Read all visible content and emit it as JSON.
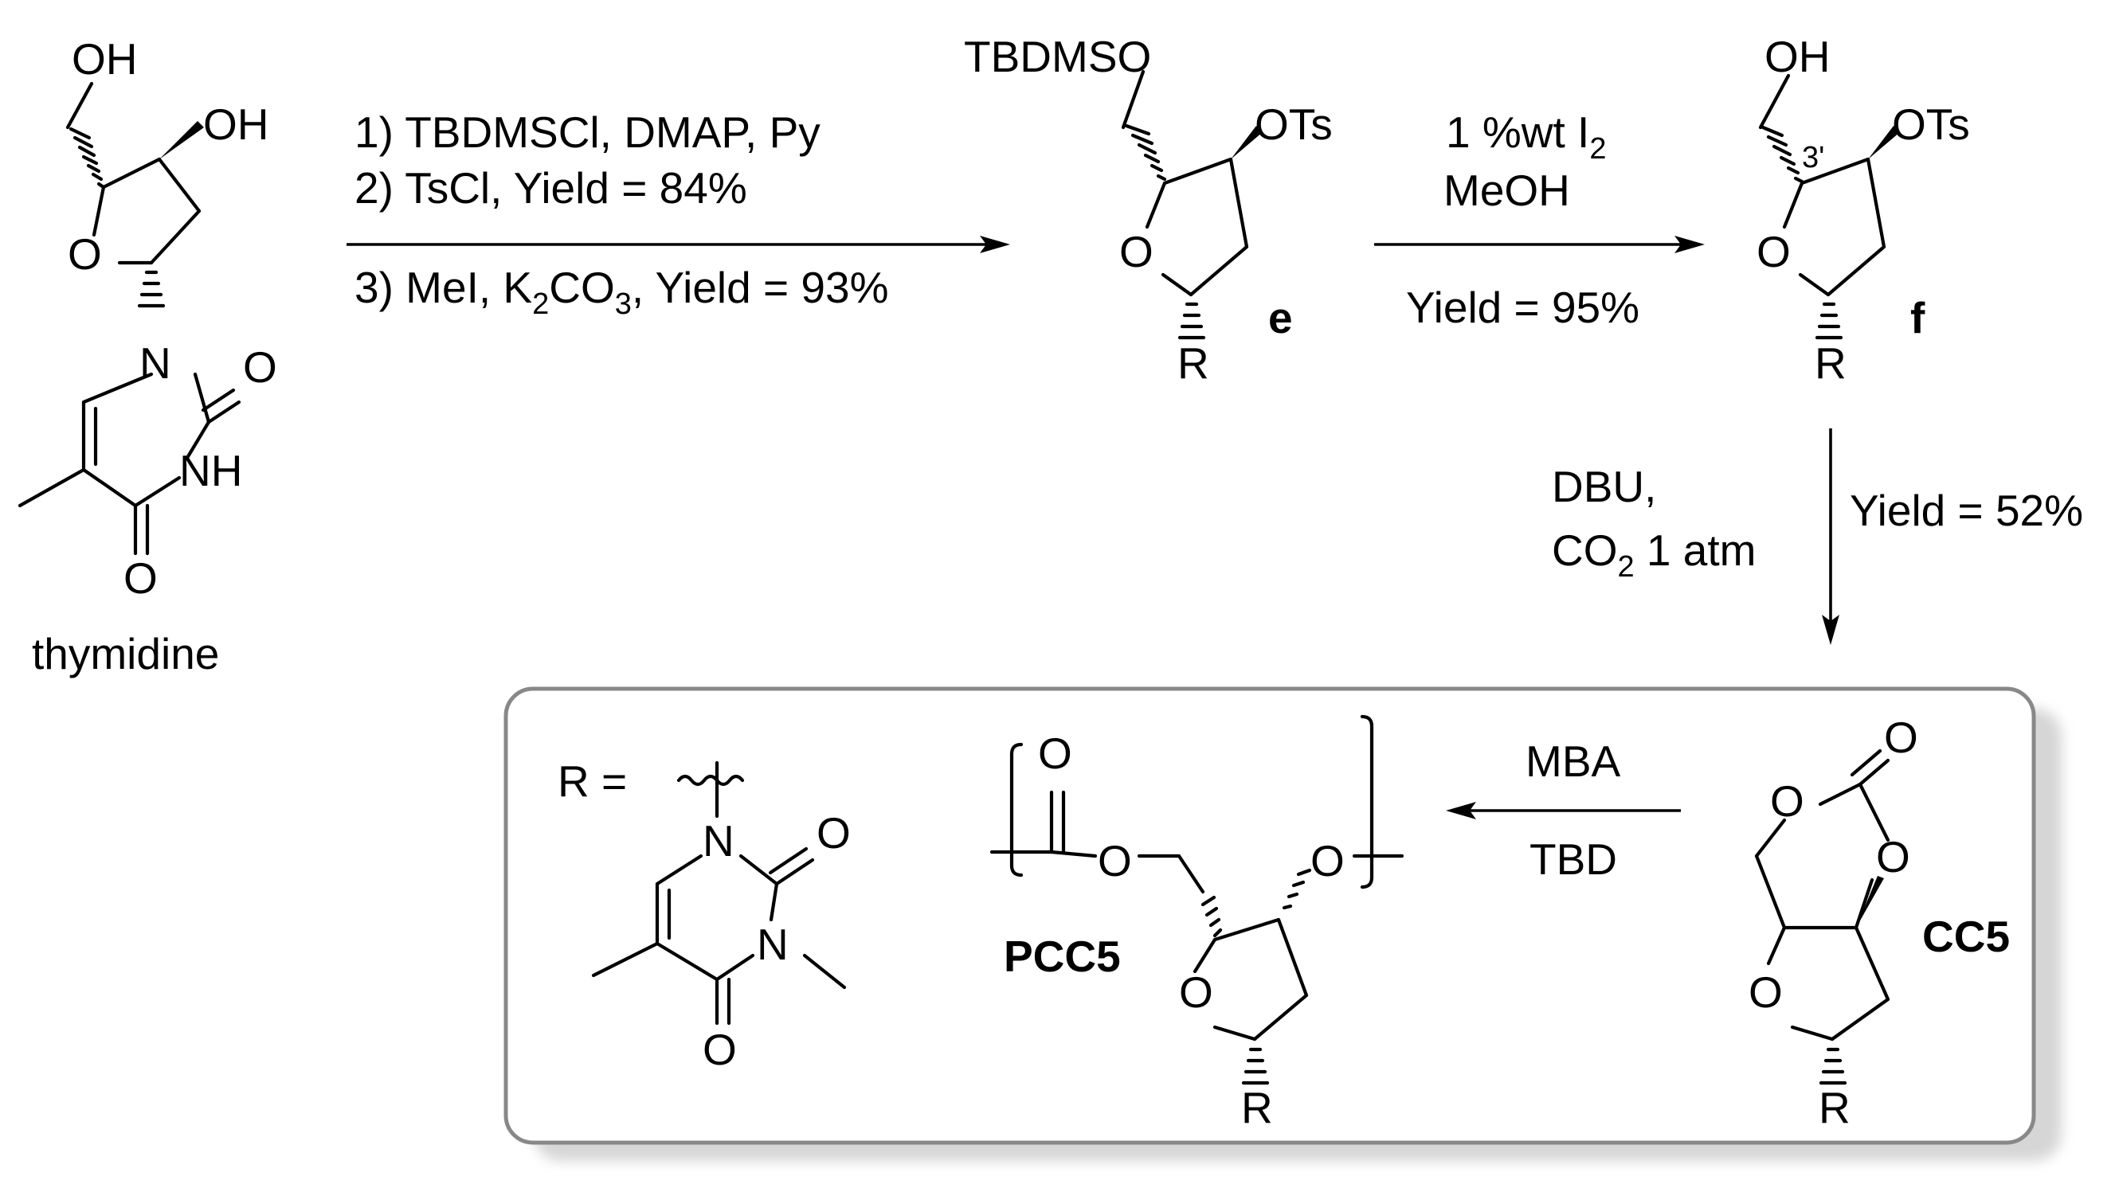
{
  "thymidine": {
    "name": "thymidine",
    "atoms": {
      "oh_top": "OH",
      "oh_3": "OH",
      "ring_o": "O",
      "n1": "N",
      "o2": "O",
      "nh": "NH",
      "o4": "O"
    }
  },
  "step1": {
    "line1": "1) TBDMSCl, DMAP, Py",
    "line2": "2) TsCl, Yield = 84%",
    "line3_prefix": "3) MeI, K",
    "line3_sub1": "2",
    "line3_mid": "CO",
    "line3_sub2": "3",
    "line3_suffix": ", Yield = 93%"
  },
  "compound_e": {
    "label": "e",
    "atoms": {
      "silyl": "TBDMSO",
      "ots": "OTs",
      "ring_o": "O",
      "r": "R"
    }
  },
  "step2": {
    "line1_prefix": "1 %wt I",
    "line1_sub": "2",
    "line2": "MeOH",
    "yield": "Yield = 95%"
  },
  "compound_f": {
    "label": "f",
    "atoms": {
      "oh": "OH",
      "ots": "OTs",
      "position": "3'",
      "ring_o": "O",
      "r": "R"
    }
  },
  "step3": {
    "reagent1": "DBU,",
    "reagent2_prefix": "CO",
    "reagent2_sub": "2",
    "reagent2_suffix": " 1 atm",
    "yield": "Yield = 52%"
  },
  "step4": {
    "reagent_top": "MBA",
    "reagent_bottom": "TBD"
  },
  "compound_cc5": {
    "label": "CC5",
    "atoms": {
      "carbonyl_o": "O",
      "o_left": "O",
      "o_right": "O",
      "ring_o": "O",
      "r": "R"
    }
  },
  "polymer_pcc5": {
    "label": "PCC5",
    "atoms": {
      "carbonyl_o": "O",
      "ester_o": "O",
      "chain_o": "O",
      "ring_o": "O",
      "r": "R"
    }
  },
  "r_group": {
    "prefix": "R =",
    "atoms": {
      "n1": "N",
      "o2": "O",
      "n3": "N",
      "o4": "O"
    }
  }
}
